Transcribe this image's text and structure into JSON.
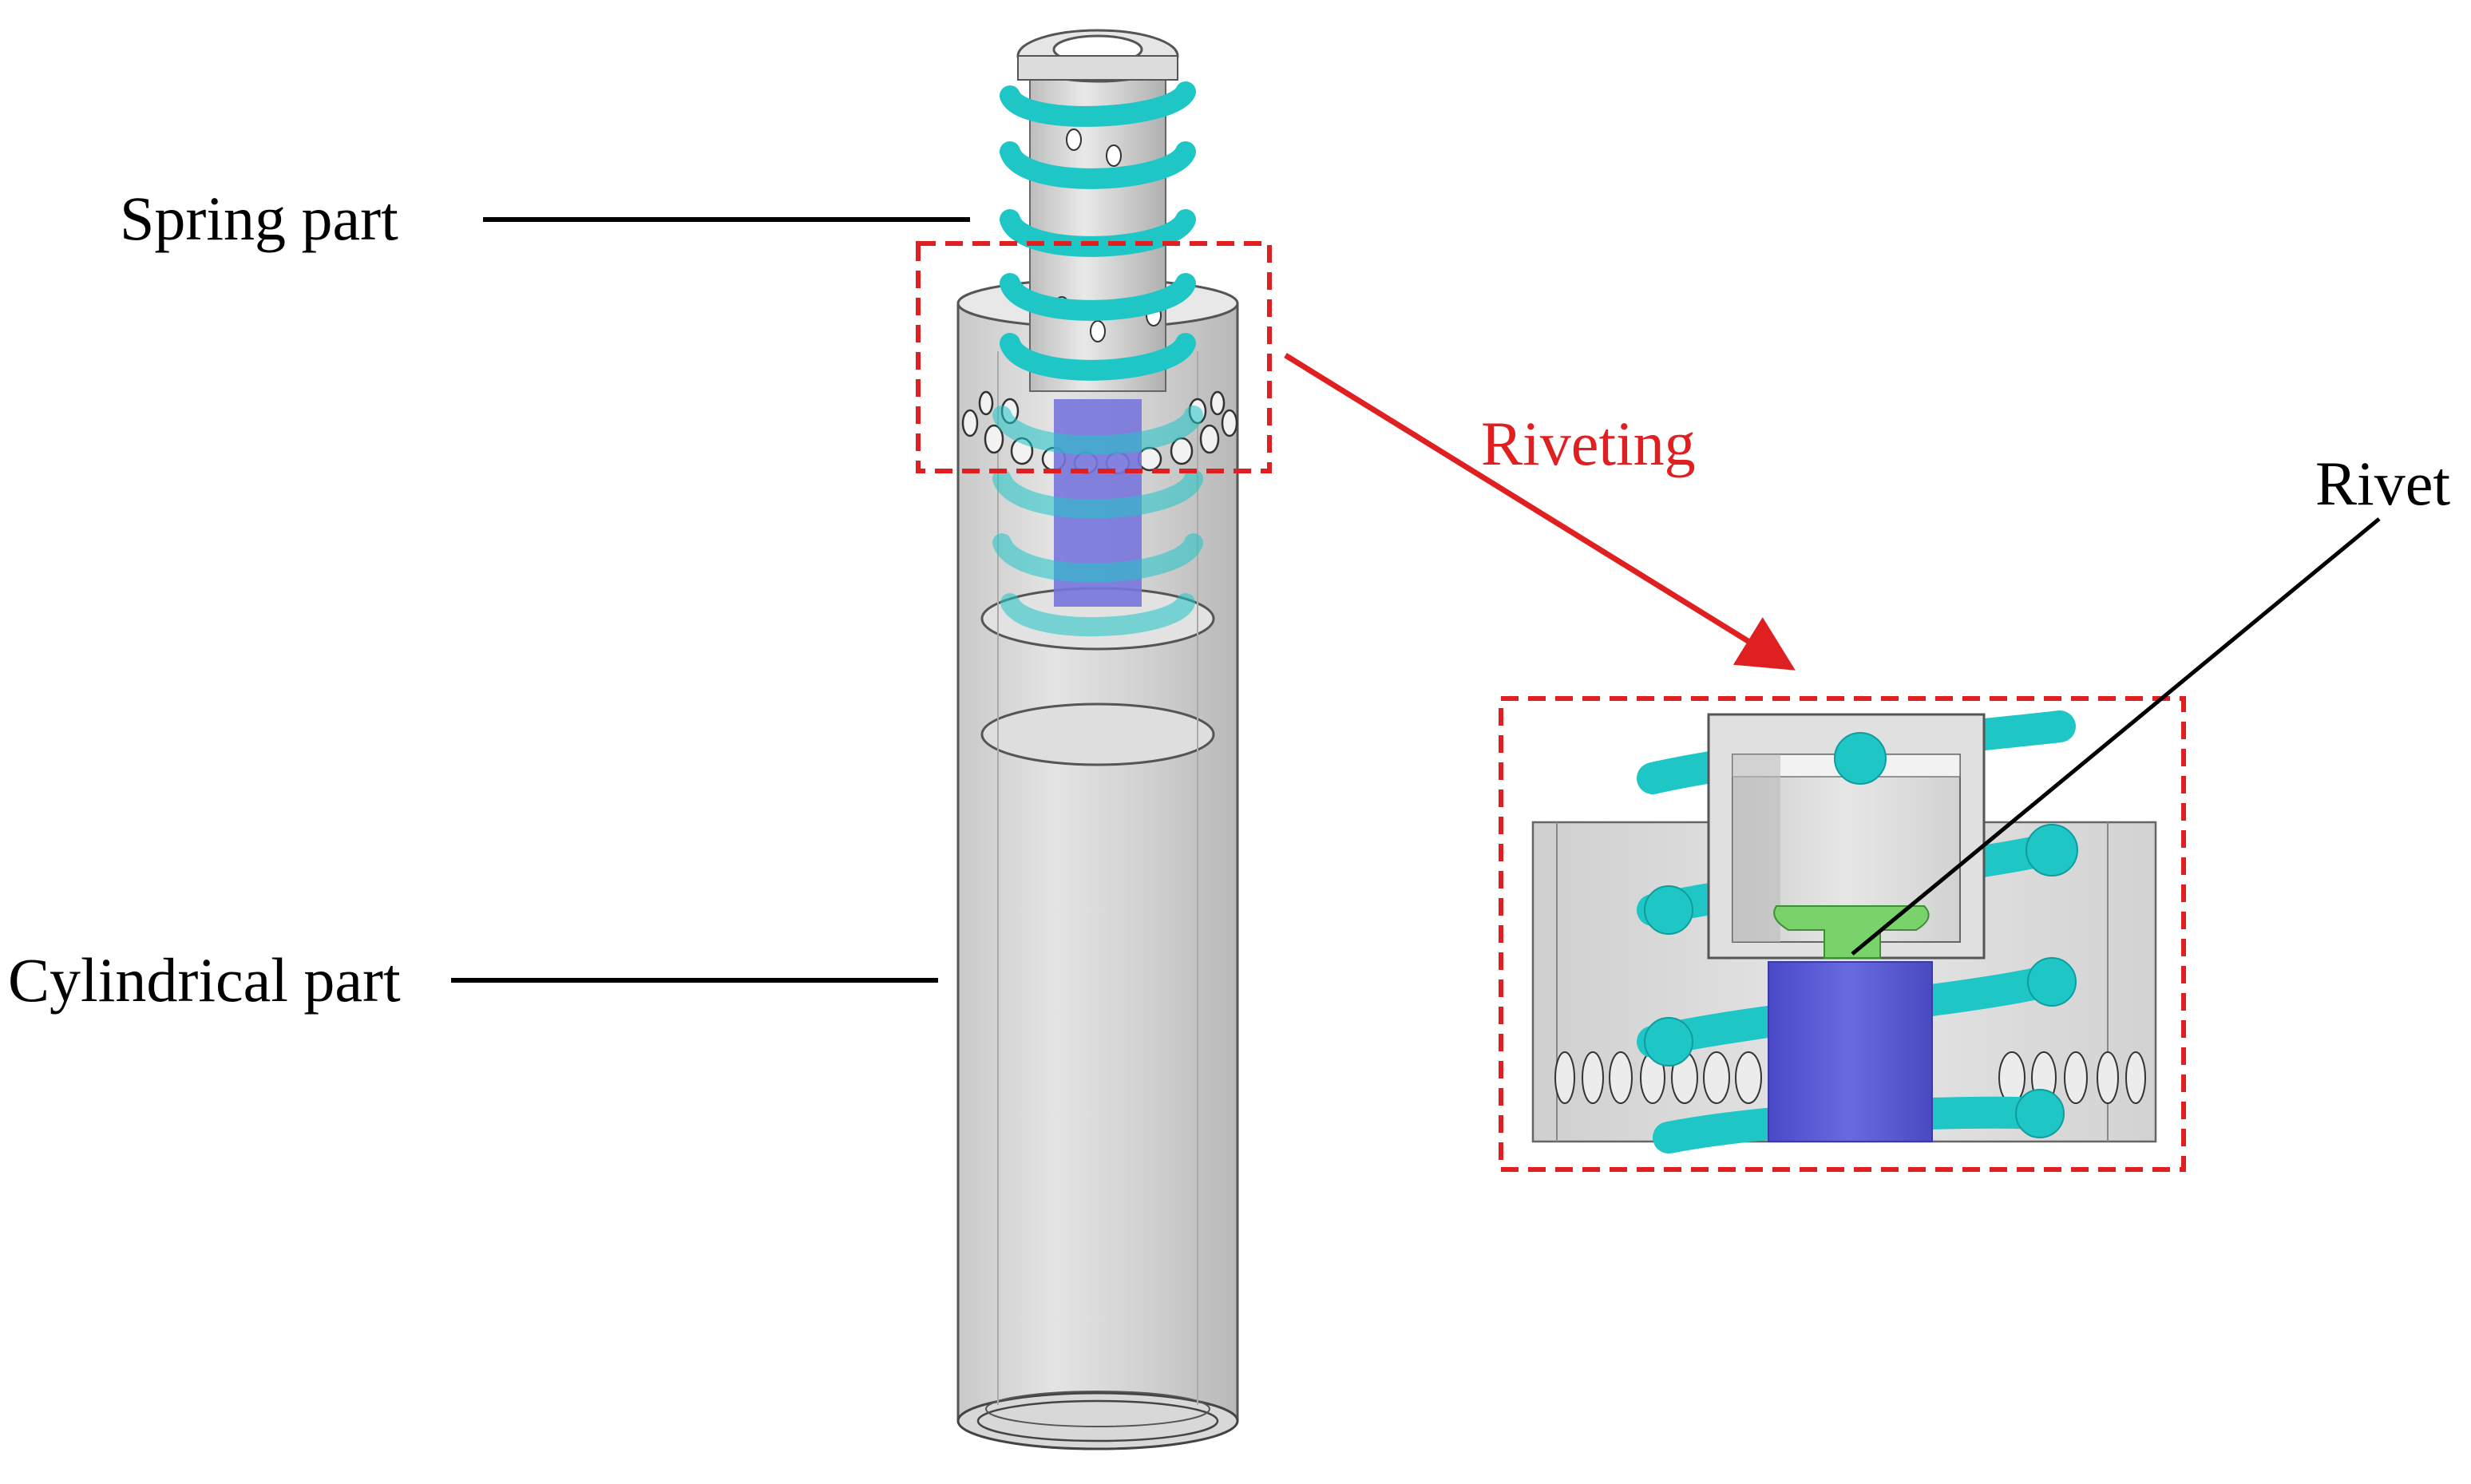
{
  "labels": {
    "spring_part": "Spring part",
    "cylindrical_part": "Cylindrical part",
    "riveting": "Riveting",
    "rivet": "Rivet"
  },
  "colors": {
    "spring": "#1ec6c6",
    "spring_dark": "#0f9c9c",
    "rivet_body": "#5e5ed8",
    "rivet_head": "#7ad26a",
    "highlight_red": "#e02020",
    "leader_line": "#000000",
    "cylinder_fill": "#d6d6d6",
    "cylinder_edge": "#444444"
  }
}
